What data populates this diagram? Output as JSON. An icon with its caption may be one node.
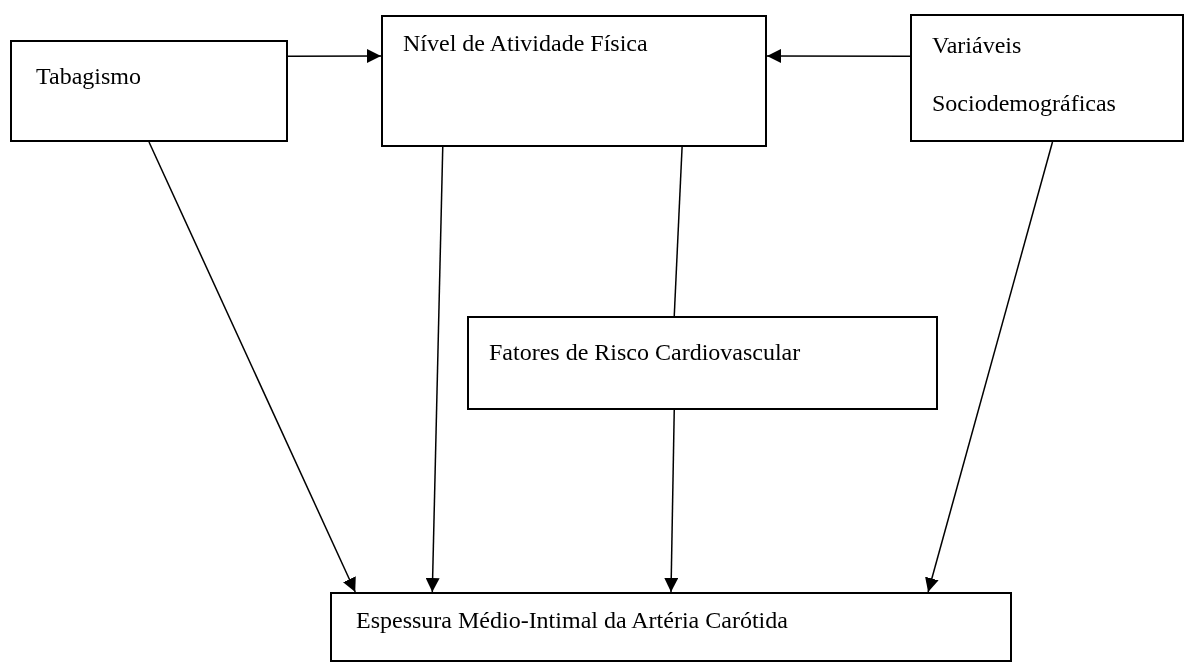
{
  "diagram": {
    "nodes": [
      {
        "text": [
          "Tabagismo"
        ]
      },
      {
        "text": [
          "Nível de Atividade Física"
        ]
      },
      {
        "text": [
          "Variáveis Sociodemográficas"
        ]
      },
      {
        "text": [
          "Fatores de Risco Cardiovascular"
        ]
      },
      {
        "text": [
          "Espessura Médio-Intimal da Artéria Carótida"
        ]
      }
    ],
    "edges": [
      {
        "from": 0,
        "to": 1,
        "arrow": "to"
      },
      {
        "from": 2,
        "to": 1,
        "arrow": "to"
      },
      {
        "from": 0,
        "to": 4,
        "arrow": "to"
      },
      {
        "from": 1,
        "to": 4,
        "arrow": "to"
      },
      {
        "from": 1,
        "to": 3,
        "arrow": "none"
      },
      {
        "from": 3,
        "to": 4,
        "arrow": "to"
      },
      {
        "from": 2,
        "to": 4,
        "arrow": "to"
      }
    ]
  }
}
